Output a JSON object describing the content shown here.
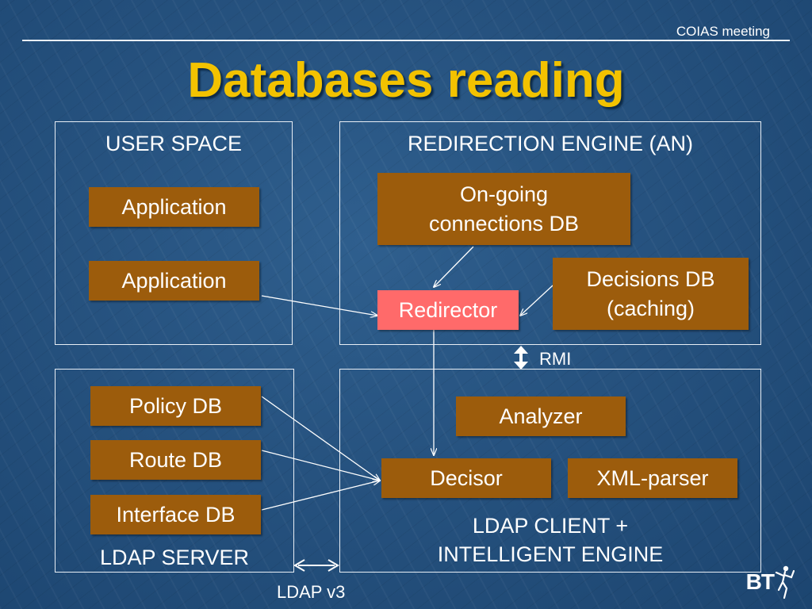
{
  "header": {
    "meeting_label": "COIAS meeting"
  },
  "title": "Databases reading",
  "panels": {
    "user_space": "USER SPACE",
    "redirection_engine": "REDIRECTION ENGINE (AN)",
    "ldap_server": "LDAP SERVER",
    "ldap_client": [
      "LDAP CLIENT +",
      "INTELLIGENT ENGINE"
    ]
  },
  "boxes": {
    "application_1": "Application",
    "application_2": "Application",
    "ongoing_connections_db": [
      "On-going",
      "connections DB"
    ],
    "decisions_db": [
      "Decisions DB",
      "(caching)"
    ],
    "redirector": "Redirector",
    "policy_db": "Policy DB",
    "route_db": "Route DB",
    "interface_db": "Interface DB",
    "analyzer": "Analyzer",
    "decisor": "Decisor",
    "xml_parser": "XML-parser"
  },
  "links": {
    "rmi_label": "RMI",
    "ldap_label": "LDAP v3"
  },
  "logo": {
    "text": "BT"
  },
  "colors": {
    "background": "#26527f",
    "title": "#f2c200",
    "box_fill": "#9c5c0c",
    "redirector_fill": "#ff6a6a",
    "lines": "#ffffff"
  }
}
